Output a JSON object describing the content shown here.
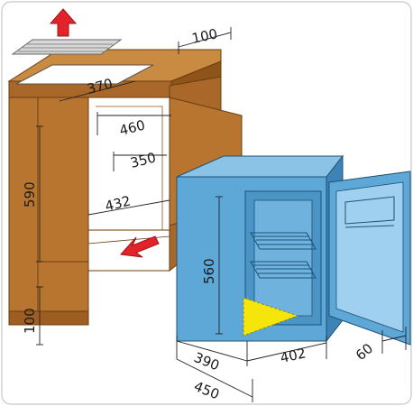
{
  "dimensions": {
    "top_vent_clearance": "100",
    "top_opening_width": "370",
    "niche_width_top": "460",
    "niche_inner_width": "350",
    "niche_depth": "432",
    "niche_height": "590",
    "bottom_clearance": "100",
    "fridge_height": "560",
    "fridge_depth": "390",
    "fridge_width": "402",
    "door_depth": "60",
    "overall_depth": "450"
  },
  "colors": {
    "cabinet_wood": "#b8752f",
    "cabinet_dark": "#8e5419",
    "fridge_blue": "#5ea8d8",
    "fridge_blue_dark": "#3d83b5",
    "arrow_red": "#e2242a",
    "warning_yellow": "#f5e50a",
    "grille": "#d8d8d8"
  },
  "icons": {
    "exhaust_arrow": "arrow-up-icon",
    "intake_arrow": "arrow-diagonal-icon"
  }
}
